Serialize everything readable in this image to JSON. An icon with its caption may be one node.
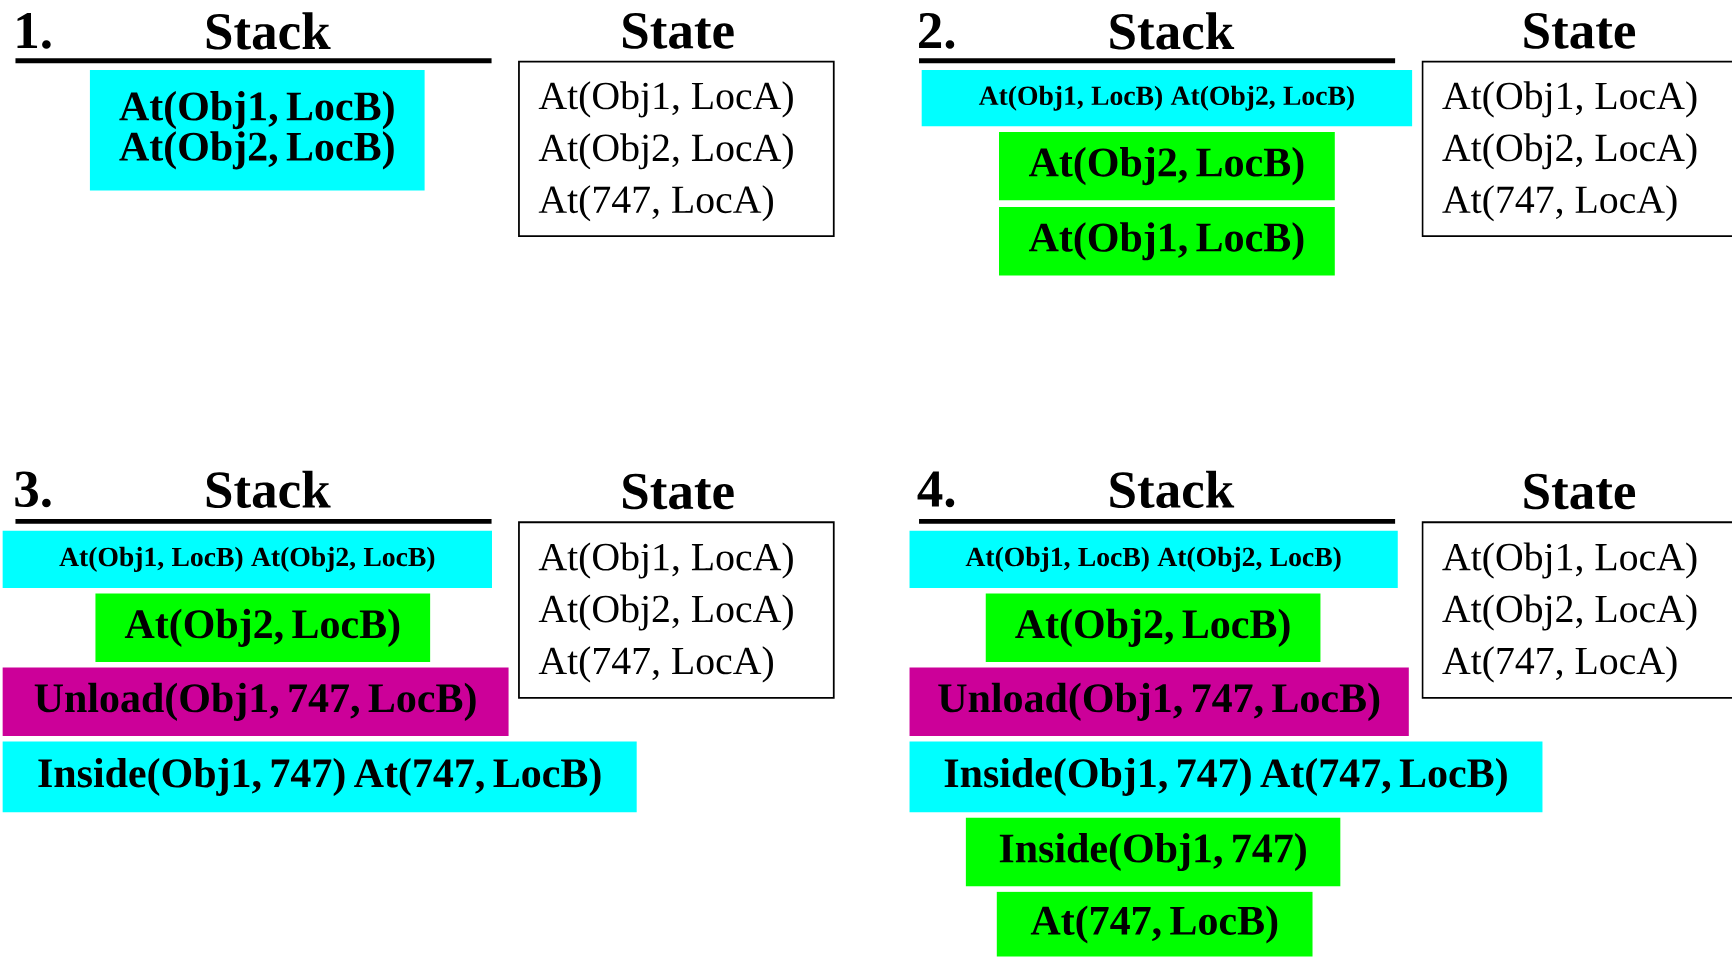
{
  "diagram": {
    "nodes": [
      {
        "text": [
          "At(Obj1, LocB) At(Obj2, LocB)"
        ]
      },
      {
        "text": [
          "State",
          "At(Obj1, LocA)",
          "At(Obj2, LocA)",
          "At(747, LocA)"
        ]
      },
      {
        "text": [
          "At(Obj1, LocB) At(Obj2, LocB)"
        ]
      },
      {
        "text": [
          "At(Obj2, LocB)"
        ]
      },
      {
        "text": [
          "At(Obj1, LocB)"
        ]
      },
      {
        "text": [
          "State",
          "At(Obj1, LocA)",
          "At(Obj2, LocA)",
          "At(747, LocA)"
        ]
      },
      {
        "text": [
          "At(Obj1, LocB) At(Obj2, LocB)"
        ]
      },
      {
        "text": [
          "At(Obj2, LocB)"
        ]
      },
      {
        "text": [
          "Unload(Obj1, 747, LocB)"
        ]
      },
      {
        "text": [
          "Inside(Obj1, 747)  At(747, LocB)"
        ]
      },
      {
        "text": [
          "State",
          "At(Obj1, LocA)",
          "At(Obj2, LocA)",
          "At(747, LocA)"
        ]
      },
      {
        "text": [
          "At(Obj1, LocB) At(Obj2, LocB)"
        ]
      },
      {
        "text": [
          "At(Obj2, LocB)"
        ]
      },
      {
        "text": [
          "Unload(Obj1, 747, LocB)"
        ]
      },
      {
        "text": [
          "Inside(Obj1, 747)  At(747, LocB)"
        ]
      },
      {
        "text": [
          "Inside(Obj1, 747)"
        ]
      },
      {
        "text": [
          "At(747, LocB)"
        ]
      },
      {
        "text": [
          "State",
          "At(Obj1, LocA)",
          "At(Obj2, LocA)",
          "At(747, LocA)"
        ]
      }
    ],
    "labels": [
      "1.",
      "Stack",
      "2.",
      "Stack",
      "3.",
      "Stack",
      "4.",
      "Stack"
    ]
  }
}
